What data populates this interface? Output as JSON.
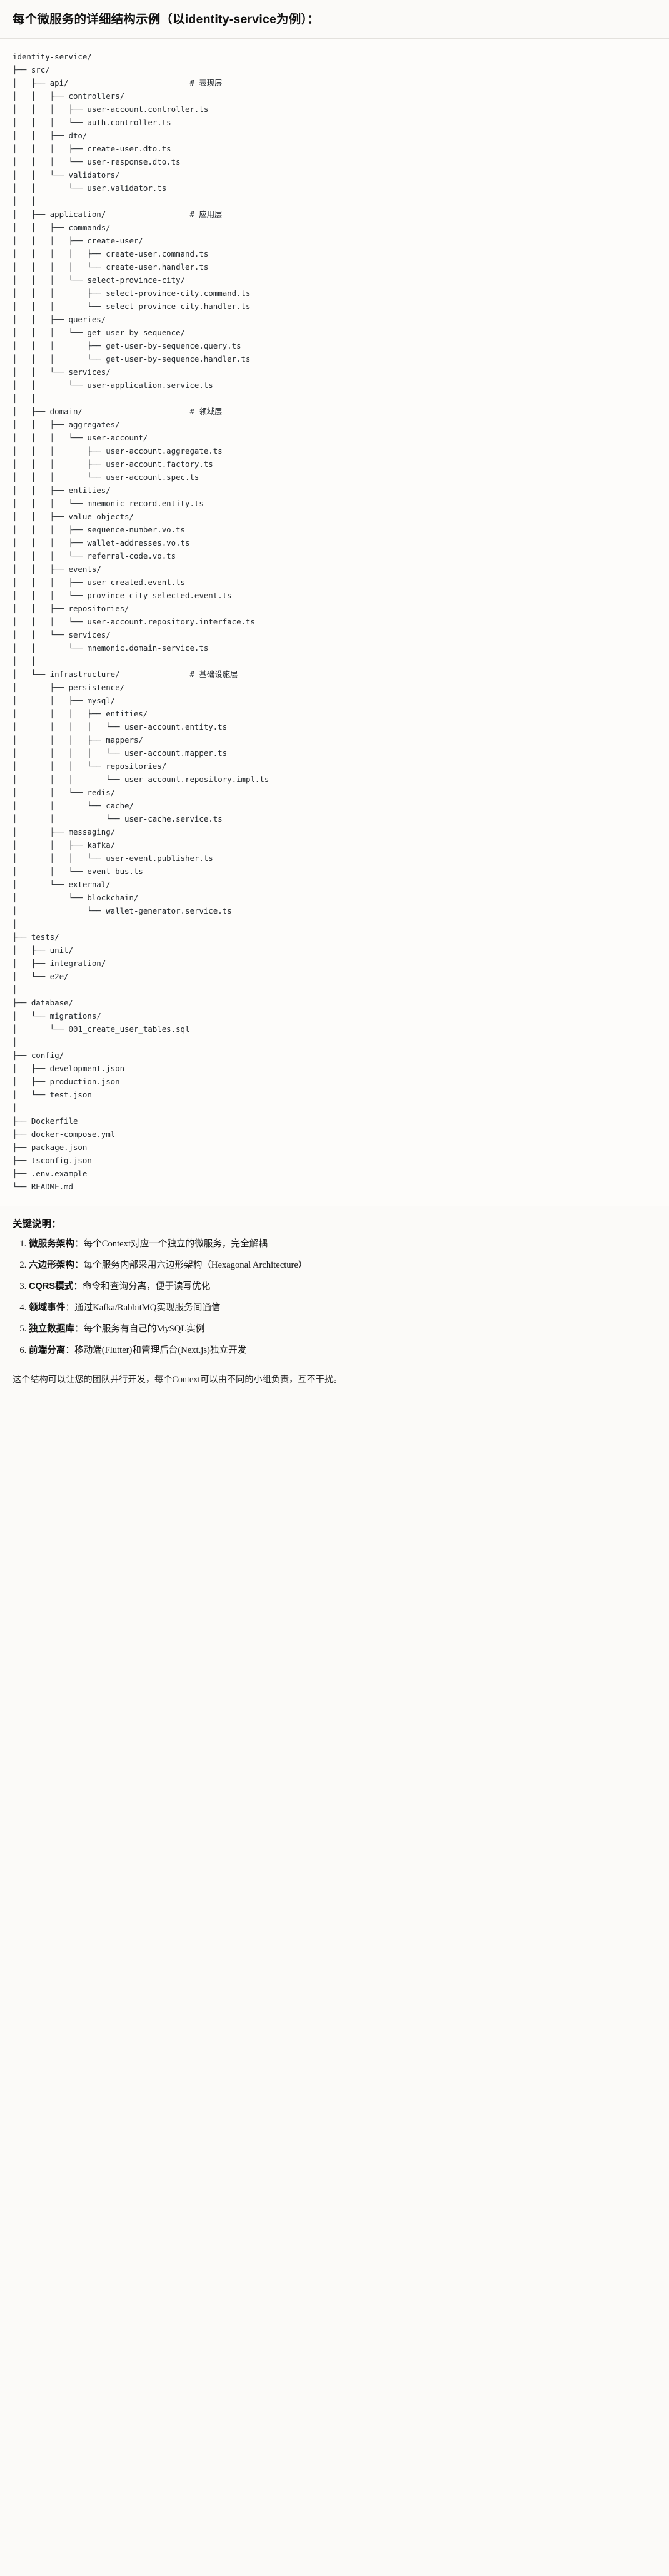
{
  "title": "每个微服务的详细结构示例（以identity-service为例）：",
  "tree": {
    "language": "text",
    "text": "identity-service/\n├── src/\n│   ├── api/                          # 表现层\n│   │   ├── controllers/\n│   │   │   ├── user-account.controller.ts\n│   │   │   └── auth.controller.ts\n│   │   ├── dto/\n│   │   │   ├── create-user.dto.ts\n│   │   │   └── user-response.dto.ts\n│   │   └── validators/\n│   │       └── user.validator.ts\n│   │\n│   ├── application/                  # 应用层\n│   │   ├── commands/\n│   │   │   ├── create-user/\n│   │   │   │   ├── create-user.command.ts\n│   │   │   │   └── create-user.handler.ts\n│   │   │   └── select-province-city/\n│   │   │       ├── select-province-city.command.ts\n│   │   │       └── select-province-city.handler.ts\n│   │   ├── queries/\n│   │   │   └── get-user-by-sequence/\n│   │   │       ├── get-user-by-sequence.query.ts\n│   │   │       └── get-user-by-sequence.handler.ts\n│   │   └── services/\n│   │       └── user-application.service.ts\n│   │\n│   ├── domain/                       # 领域层\n│   │   ├── aggregates/\n│   │   │   └── user-account/\n│   │   │       ├── user-account.aggregate.ts\n│   │   │       ├── user-account.factory.ts\n│   │   │       └── user-account.spec.ts\n│   │   ├── entities/\n│   │   │   └── mnemonic-record.entity.ts\n│   │   ├── value-objects/\n│   │   │   ├── sequence-number.vo.ts\n│   │   │   ├── wallet-addresses.vo.ts\n│   │   │   └── referral-code.vo.ts\n│   │   ├── events/\n│   │   │   ├── user-created.event.ts\n│   │   │   └── province-city-selected.event.ts\n│   │   ├── repositories/\n│   │   │   └── user-account.repository.interface.ts\n│   │   └── services/\n│   │       └── mnemonic.domain-service.ts\n│   │\n│   └── infrastructure/               # 基础设施层\n│       ├── persistence/\n│       │   ├── mysql/\n│       │   │   ├── entities/\n│       │   │   │   └── user-account.entity.ts\n│       │   │   ├── mappers/\n│       │   │   │   └── user-account.mapper.ts\n│       │   │   └── repositories/\n│       │   │       └── user-account.repository.impl.ts\n│       │   └── redis/\n│       │       └── cache/\n│       │           └── user-cache.service.ts\n│       ├── messaging/\n│       │   ├── kafka/\n│       │   │   └── user-event.publisher.ts\n│       │   └── event-bus.ts\n│       └── external/\n│           └── blockchain/\n│               └── wallet-generator.service.ts\n│\n├── tests/\n│   ├── unit/\n│   ├── integration/\n│   └── e2e/\n│\n├── database/\n│   └── migrations/\n│       └── 001_create_user_tables.sql\n│\n├── config/\n│   ├── development.json\n│   ├── production.json\n│   └── test.json\n│\n├── Dockerfile\n├── docker-compose.yml\n├── package.json\n├── tsconfig.json\n├── .env.example\n└── README.md"
  },
  "notes": {
    "heading": "关键说明：",
    "items": [
      {
        "term": "微服务架构",
        "sep": "：",
        "desc": "每个Context对应一个独立的微服务，完全解耦"
      },
      {
        "term": "六边形架构",
        "sep": "：",
        "desc": "每个服务内部采用六边形架构（Hexagonal Architecture）"
      },
      {
        "term": "CQRS模式",
        "sep": "：",
        "desc": "命令和查询分离，便于读写优化"
      },
      {
        "term": "领域事件",
        "sep": "：",
        "desc": "通过Kafka/RabbitMQ实现服务间通信"
      },
      {
        "term": "独立数据库",
        "sep": "：",
        "desc": "每个服务有自己的MySQL实例"
      },
      {
        "term": "前端分离",
        "sep": "：",
        "desc": "移动端(Flutter)和管理后台(Next.js)独立开发"
      }
    ],
    "closing": "这个结构可以让您的团队并行开发，每个Context可以由不同的小组负责，互不干扰。"
  },
  "colors": {
    "page_bg": "#fbfaf8",
    "code_bg": "#fdfcfa",
    "rule": "#e3e1dd",
    "text": "#1a1a1a",
    "code_text": "#24292e"
  }
}
